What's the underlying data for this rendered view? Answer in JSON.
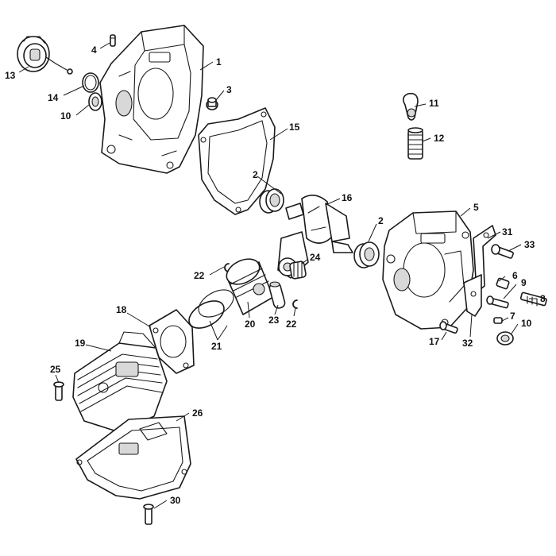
{
  "callouts": {
    "c1": "1",
    "c2a": "2",
    "c2b": "2",
    "c3": "3",
    "c4": "4",
    "c5": "5",
    "c6": "6",
    "c7": "7",
    "c8": "8",
    "c9": "9",
    "c10a": "10",
    "c10b": "10",
    "c11": "11",
    "c12": "12",
    "c13": "13",
    "c14": "14",
    "c15": "15",
    "c16": "16",
    "c17": "17",
    "c18": "18",
    "c19": "19",
    "c20": "20",
    "c21": "21",
    "c22a": "22",
    "c22b": "22",
    "c23": "23",
    "c24": "24",
    "c25": "25",
    "c26": "26",
    "c30": "30",
    "c31": "31",
    "c32": "32",
    "c33": "33"
  }
}
